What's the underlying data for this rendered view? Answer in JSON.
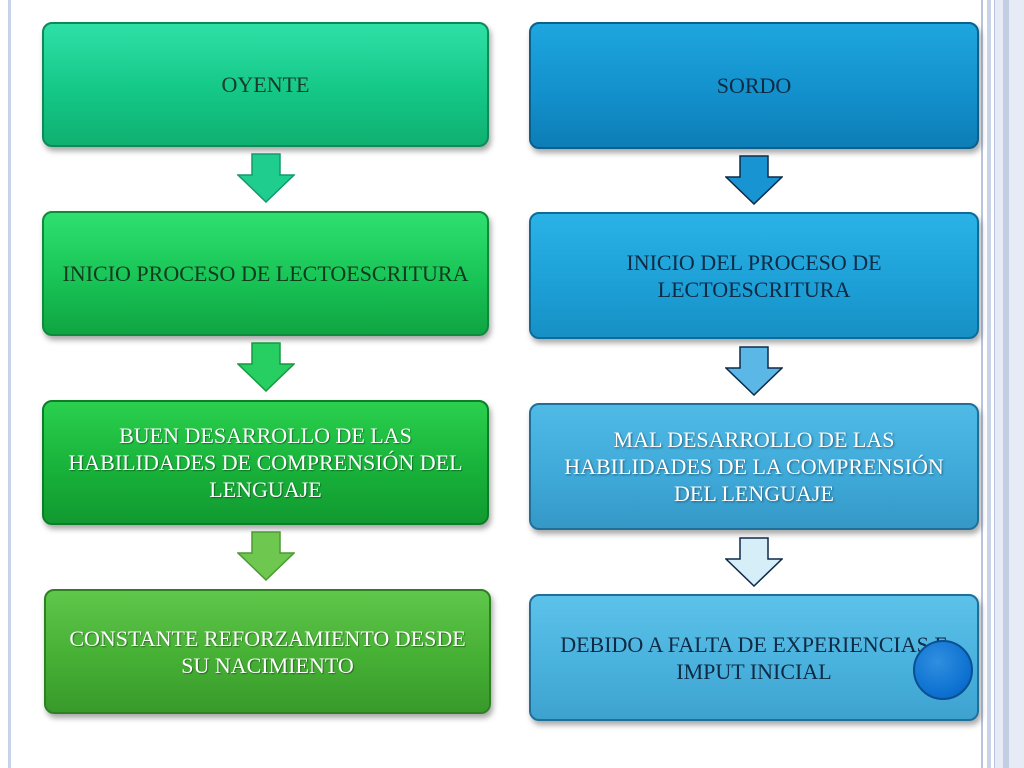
{
  "left_column": {
    "steps": [
      "OYENTE",
      "INICIO PROCESO DE LECTOESCRITURA",
      "BUEN DESARROLLO DE LAS HABILIDADES DE COMPRENSIÓN DEL LENGUAJE",
      "CONSTANTE REFORZAMIENTO DESDE  SU NACIMIENTO"
    ]
  },
  "right_column": {
    "steps": [
      "SORDO",
      "INICIO DEL PROCESO DE LECTOESCRITURA",
      "MAL DESARROLLO DE LAS HABILIDADES DE LA COMPRENSIÓN DEL LENGUAJE",
      "DEBIDO A FALTA DE EXPERIENCIAS E IMPUT INICIAL"
    ]
  },
  "colors": {
    "left_arrows": [
      "#1fce8f",
      "#27cf62",
      "#6ec84f"
    ],
    "right_arrows": [
      "#1894d2",
      "#5bb7e6",
      "#d6eef8"
    ],
    "accent_circle": "#0b6fcf"
  }
}
